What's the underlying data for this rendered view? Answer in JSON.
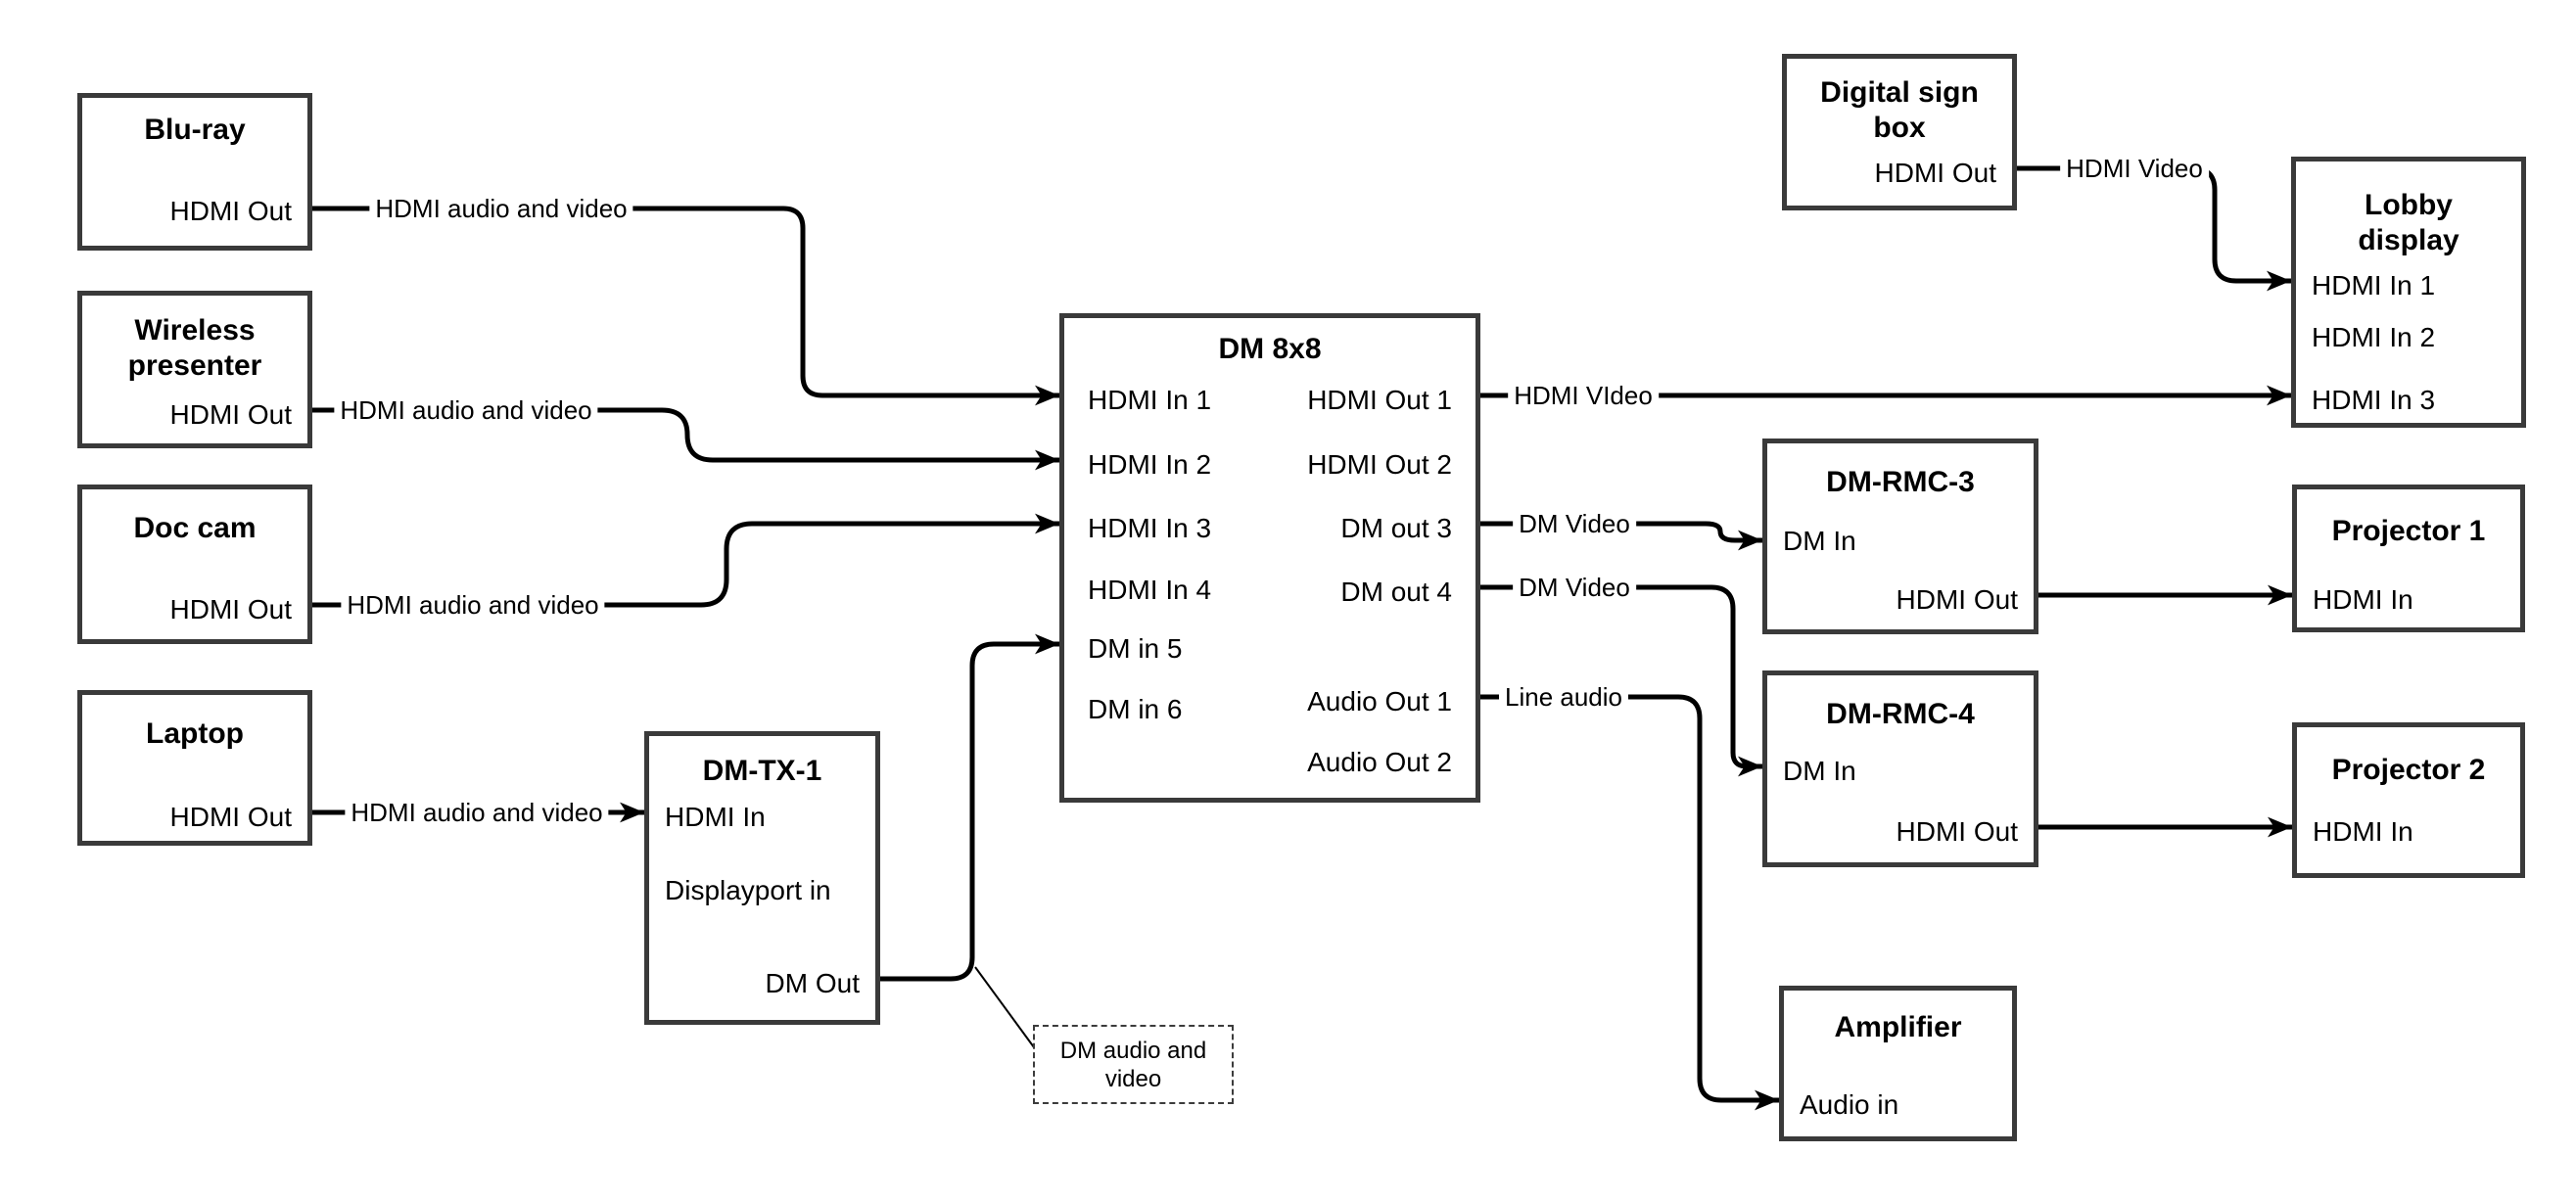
{
  "diagram": {
    "nodes": {
      "bluray": {
        "title": "Blu-ray",
        "port_out": "HDMI Out"
      },
      "wireless": {
        "title": "Wireless presenter",
        "port_out": "HDMI Out"
      },
      "doccam": {
        "title": "Doc cam",
        "port_out": "HDMI Out"
      },
      "laptop": {
        "title": "Laptop",
        "port_out": "HDMI Out"
      },
      "dmtx1": {
        "title": "DM-TX-1",
        "ports": [
          "HDMI In",
          "Displayport in",
          "DM Out"
        ]
      },
      "dm8x8": {
        "title": "DM 8x8",
        "inputs": [
          "HDMI In 1",
          "HDMI In 2",
          "HDMI In 3",
          "HDMI In 4",
          "DM in 5",
          "DM in 6"
        ],
        "outputs": [
          "HDMI Out 1",
          "HDMI Out 2",
          "DM out 3",
          "DM out 4",
          "Audio Out 1",
          "Audio Out 2"
        ]
      },
      "digisign": {
        "title": "Digital sign box",
        "port_out": "HDMI Out"
      },
      "lobby": {
        "title": "Lobby display",
        "inputs": [
          "HDMI In 1",
          "HDMI In 2",
          "HDMI In 3"
        ]
      },
      "rmc3": {
        "title": "DM-RMC-3",
        "port_in": "DM In",
        "port_out": "HDMI Out"
      },
      "proj1": {
        "title": "Projector 1",
        "port_in": "HDMI In"
      },
      "rmc4": {
        "title": "DM-RMC-4",
        "port_in": "DM In",
        "port_out": "HDMI Out"
      },
      "proj2": {
        "title": "Projector 2",
        "port_in": "HDMI In"
      },
      "amp": {
        "title": "Amplifier",
        "port_in": "Audio in"
      }
    },
    "edge_labels": {
      "bluray_line": "HDMI audio and video",
      "wireless_line": "HDMI audio and video",
      "doccam_line": "HDMI audio and video",
      "laptop_line": "HDMI audio and video",
      "digisign_line": "HDMI Video",
      "hdmi_out_1": "HDMI VIdeo",
      "dm_out_3": "DM Video",
      "dm_out_4": "DM Video",
      "audio_out_1": "Line audio"
    },
    "callout": {
      "text": "DM audio and video"
    },
    "colors": {
      "line": "#000000",
      "box_border": "#3a3a3a",
      "background": "#ffffff"
    }
  }
}
